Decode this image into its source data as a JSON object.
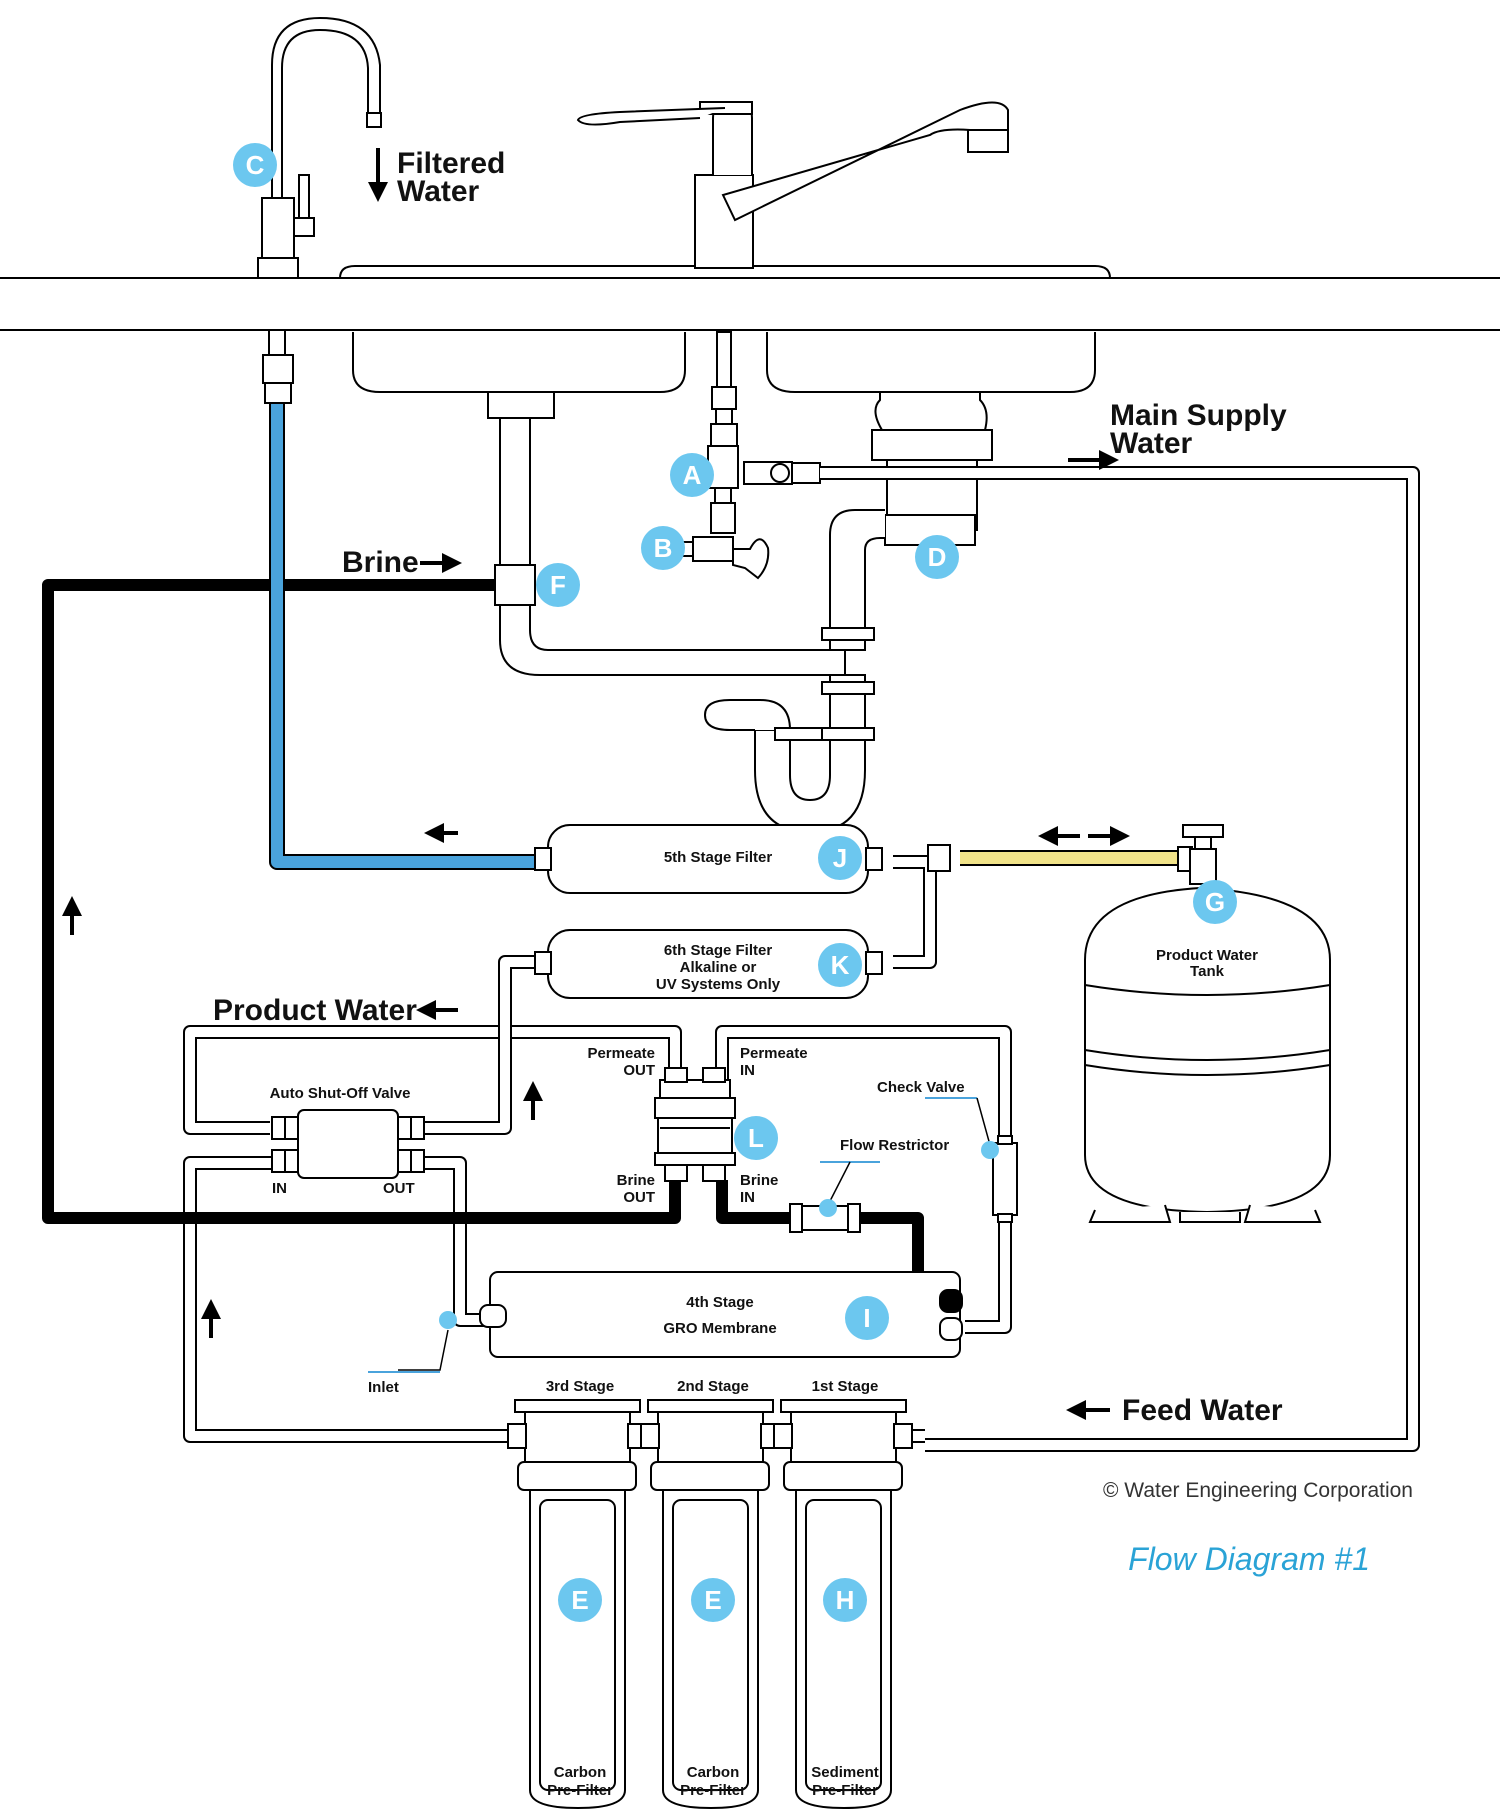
{
  "colors": {
    "badge": "#6cc7ef",
    "product_line": "#4aa3dc",
    "tank_line": "#f1e389",
    "brine_line": "#000000",
    "title": "#2aa3d6"
  },
  "labels": {
    "filtered_water": [
      "Filtered",
      "Water"
    ],
    "main_supply": [
      "Main Supply",
      "Water"
    ],
    "brine": "Brine",
    "product_water": "Product Water",
    "feed_water": "Feed Water",
    "stage5": "5th Stage Filter",
    "stage6": [
      "6th Stage Filter",
      "Alkaline or",
      "UV Systems Only"
    ],
    "tank": [
      "Product Water",
      "Tank"
    ],
    "auto_shutoff": "Auto Shut-Off Valve",
    "asv_in": "IN",
    "asv_out": "OUT",
    "permeate_out": [
      "Permeate",
      "OUT"
    ],
    "permeate_in": [
      "Permeate",
      "IN"
    ],
    "brine_out": [
      "Brine",
      "OUT"
    ],
    "brine_in": [
      "Brine",
      "IN"
    ],
    "check_valve": "Check Valve",
    "flow_restrictor": "Flow Restrictor",
    "membrane": [
      "4th Stage",
      "GRO Membrane"
    ],
    "inlet": "Inlet",
    "stage3": "3rd Stage",
    "stage2": "2nd Stage",
    "stage1": "1st Stage",
    "prefilter_3": [
      "Carbon",
      "Pre-Filter"
    ],
    "prefilter_2": [
      "Carbon",
      "Pre-Filter"
    ],
    "prefilter_1": [
      "Sediment",
      "Pre-Filter"
    ]
  },
  "badges": {
    "a": "A",
    "b": "B",
    "c": "C",
    "d": "D",
    "e1": "E",
    "e2": "E",
    "f": "F",
    "g": "G",
    "h": "H",
    "i": "I",
    "j": "J",
    "k": "K",
    "l": "L"
  },
  "copyright": "© Water Engineering Corporation",
  "diagram_title": "Flow Diagram #1"
}
